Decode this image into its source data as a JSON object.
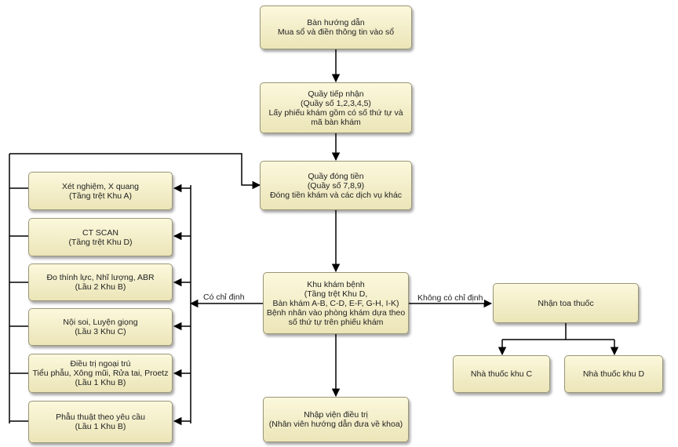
{
  "nodes": {
    "guide": [
      "Bàn hướng dẫn",
      "Mua sổ và điền thông tin vào sổ"
    ],
    "reception": [
      "Quầy tiếp nhận",
      "(Quầy số 1,2,3,4,5)",
      "Lấy phiếu khám gồm có số thứ tự và",
      "mã bàn khám"
    ],
    "cashier": [
      "Quầy đóng tiền",
      "(Quầy số 7,8,9)",
      "Đóng tiền khám và các dịch vụ khác"
    ],
    "xray": [
      "Xét nghiệm, X quang",
      "(Tầng trệt Khu A)"
    ],
    "ctscan": [
      "CT SCAN",
      "(Tầng trệt Khu D)"
    ],
    "audiometry": [
      "Đo thính lực, Nhĩ lượng, ABR",
      "(Lầu 2 Khu B)"
    ],
    "endoscopy": [
      "Nội soi, Luyện giọng",
      "(Lầu 3 Khu C)"
    ],
    "outpatient": [
      "Điều trị ngoại trú",
      "Tiểu phẫu, Xông mũi, Rửa tai, Proetz",
      "(Lầu 1 Khu B)"
    ],
    "surgery": [
      "Phẫu thuật theo yêu cầu",
      "(Lầu 1 Khu B)"
    ],
    "exam": [
      "Khu khám bệnh",
      "(Tầng trệt Khu D,",
      "Bàn khám A-B, C-D, E-F, G-H, I-K)",
      "Bệnh nhân vào phòng khám dựa theo",
      "số thứ tự trên phiếu khám"
    ],
    "admission": [
      "Nhập viện điều trị",
      "(Nhân viên hướng dẫn đưa về khoa)"
    ],
    "prescription": [
      "Nhận toa thuốc"
    ],
    "pharmacy_c": [
      "Nhà thuốc khu C"
    ],
    "pharmacy_d": [
      "Nhà thuốc khu D"
    ]
  },
  "edge_labels": {
    "with_order": "Có chỉ định",
    "without_order": "Không có chỉ định"
  },
  "colors": {
    "box_fill_top": "#fbf8dc",
    "box_fill_bottom": "#ece5b8",
    "box_border": "#9a9678",
    "line": "#000000"
  }
}
